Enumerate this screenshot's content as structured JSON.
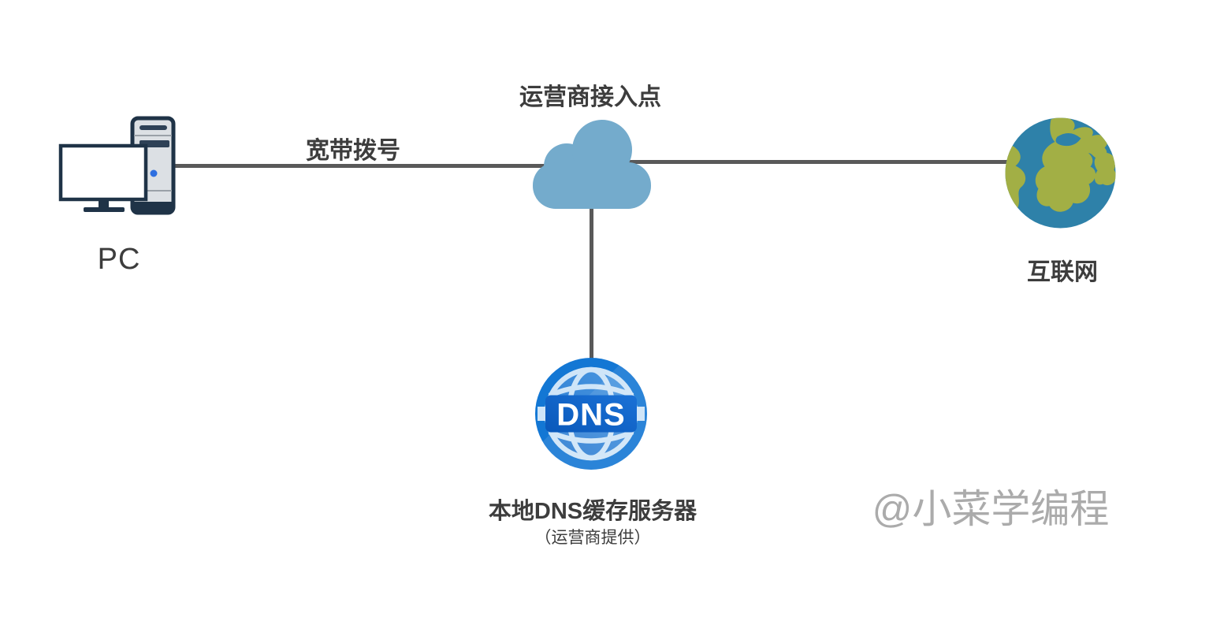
{
  "diagram": {
    "nodes": {
      "pc": {
        "label": "PC"
      },
      "access_point": {
        "label": "运营商接入点"
      },
      "internet": {
        "label": "互联网"
      },
      "dns": {
        "icon_text": "DNS",
        "label": "本地DNS缓存服务器",
        "sublabel": "（运营商提供）"
      }
    },
    "links": {
      "pc_to_access_point": {
        "label": "宽带拨号"
      }
    },
    "watermark": "@小菜学编程"
  },
  "colors": {
    "line": "#595959",
    "text": "#3d3d3d",
    "watermark": "#ababab",
    "cloud": "#74abcc",
    "globe_ocean": "#2e81a9",
    "globe_land": "#a2af45",
    "dns_blue": "#1377d4",
    "dns_band": "#0b5ec4",
    "dns_wire": "#cfe5f8",
    "pc_outline": "#1f3347",
    "pc_body": "#dce0e4",
    "pc_power_dot": "#2e6fe0"
  }
}
